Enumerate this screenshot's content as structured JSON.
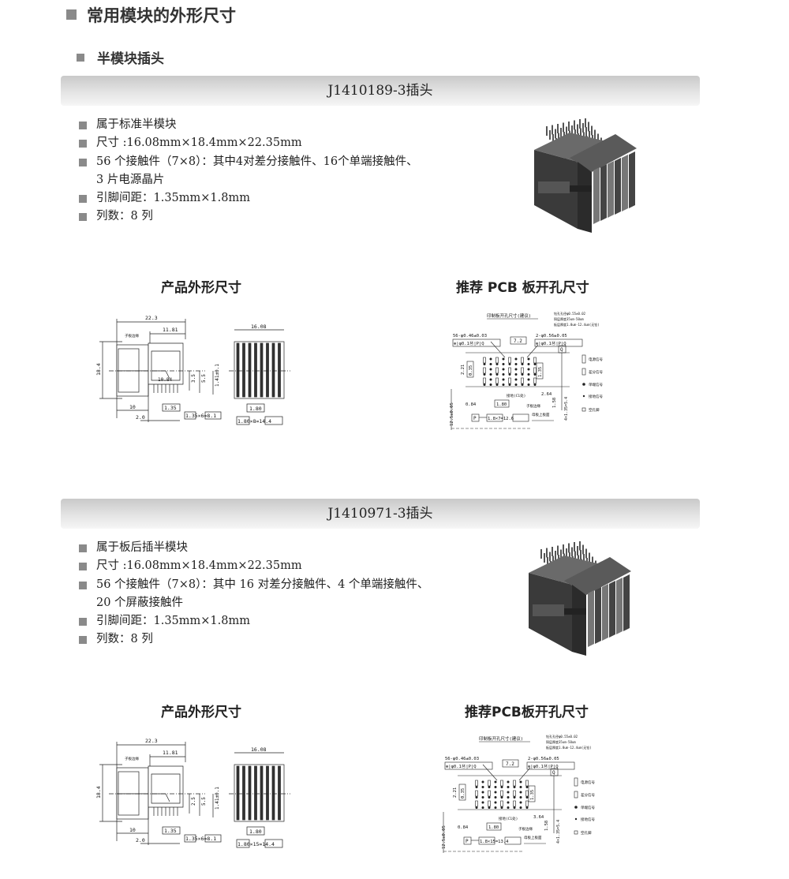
{
  "page_title": "常用模块的外形尺寸",
  "subtitle": "半模块插头",
  "sections": [
    {
      "banner": "J1410189-3插头",
      "bullets": [
        "属于标准半模块",
        "尺寸 :16.08mm×18.4mm×22.35mm",
        "56 个接触件（7×8）：其中4对差分接触件、16个单端接触件、",
        "3 片电源晶片",
        "引脚间距：1.35mm×1.8mm",
        "列数：8 列"
      ],
      "outline_caption": "产品外形尺寸",
      "pcb_caption": "推荐 PCB 板开孔尺寸",
      "outline": {
        "w": "22.3",
        "w2": "11.81",
        "edge": "子板边缘",
        "h": "18.4",
        "d1": "10.84",
        "d2": "3.5",
        "d3": "5.5",
        "d4": "1.41±0.1",
        "d5": "10",
        "d6": "1.35",
        "d7": "2.0",
        "d8": "1.35×6=8.1",
        "sw": "16.08",
        "s1": "1.80",
        "s2": "1.80×8=14.4"
      },
      "pcb": {
        "title": "印制板开孔尺寸(建议)",
        "n1": "钻孔孔径φ0.55±0.02",
        "n2": "铜层厚度35um-50um",
        "n3": "板层厚度1.8um-12.4um(无铅)",
        "h1": "56-φ0.46±0.03",
        "tol": "⊕|φ0.1Ⓜ|P|Q",
        "p72": "7.2",
        "h2": "2-φ0.56±0.05",
        "q": "Q",
        "p": "P",
        "v1": "2.21",
        "v2": "0.35",
        "v3": "1.35",
        "v4": "2.64",
        "v5": "1.58",
        "v6": "4×1.35=5.4",
        "v7": "0.84",
        "v8": "1.80",
        "gnd": "接地(C1处)",
        "edge": "子板边缘",
        "v9": "12.5±0.05",
        "v10": "1.8×7=12.6",
        "board": "母板上板面",
        "legend": [
          "电源信号",
          "差分信号",
          "单端信号",
          "接地信号",
          "空孔脚"
        ]
      }
    },
    {
      "banner": "J1410971-3插头",
      "bullets": [
        "属于板后插半模块",
        "尺寸 :16.08mm×18.4mm×22.35mm",
        "56 个接触件（7×8）：其中 16 对差分接触件、4 个单端接触件、",
        "20 个屏蔽接触件",
        "引脚间距：1.35mm×1.8mm",
        "列数：8 列"
      ],
      "outline_caption": "产品外形尺寸",
      "pcb_caption": "推荐PCB板开孔尺寸",
      "outline": {
        "w": "22.3",
        "w2": "11.81",
        "edge": "子板边缘",
        "h": "18.4",
        "d1": "",
        "d2": "2.5",
        "d3": "5.5",
        "d4": "1.41±0.1",
        "d5": "10",
        "d6": "1.35",
        "d7": "2.0",
        "d8": "1.35×6=8.1",
        "sw": "16.08",
        "s1": "1.80",
        "s2": "1.80×15=14.4"
      },
      "pcb": {
        "title": "印制板开孔尺寸(建议)",
        "n1": "钻孔孔径φ0.55±0.02",
        "n2": "铜层厚度35um-50um",
        "n3": "板层厚度1.8um-12.4um(无铅)",
        "h1": "56-φ0.46±0.03",
        "tol": "⊕|φ0.1Ⓜ|P|Q",
        "p72": "7.2",
        "h2": "2-φ0.56±0.05",
        "q": "Q",
        "p": "P",
        "v1": "2.21",
        "v2": "0.35",
        "v3": "1.35",
        "v4": "3.64",
        "v5": "1.58",
        "v6": "4×1.35=5.4",
        "v7": "0.84",
        "v8": "1.80",
        "gnd": "接地(C1处)",
        "edge": "子板边缘",
        "v9": "12.5±0.05",
        "v10": "1.8×15=13.4",
        "board": "母板上板面",
        "legend": [
          "电源信号",
          "差分信号",
          "单端信号",
          "接地信号",
          "空孔脚"
        ]
      }
    }
  ]
}
